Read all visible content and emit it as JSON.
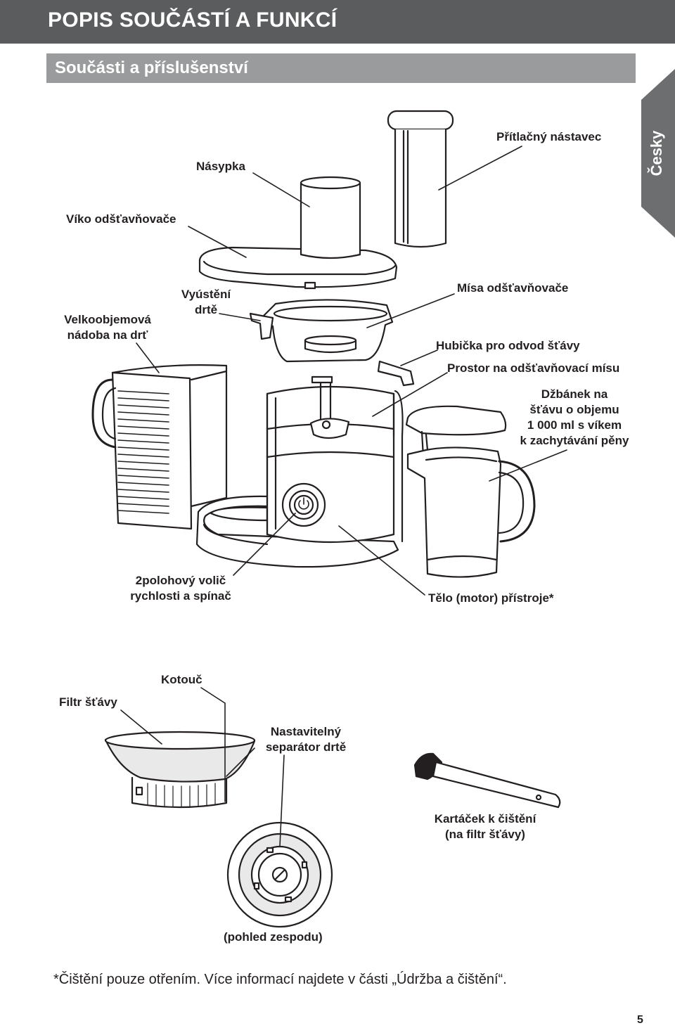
{
  "header": {
    "title": "POPIS SOUČÁSTÍ A FUNKCÍ",
    "subtitle": "Součásti a příslušenství",
    "language_tab": "Česky",
    "tab_color": "#6d6e70"
  },
  "labels": {
    "pritlacny_nastavec": "Přítlačný nástavec",
    "nasypka": "Násypka",
    "viko": "Víko odšťavňovače",
    "velkoobjemova_1": "Velkoobjemová",
    "velkoobjemova_2": "nádoba na drť",
    "vyusteni_1": "Vyústění",
    "vyusteni_2": "drtě",
    "misa": "Mísa odšťavňovače",
    "hubicka": "Hubička pro odvod šťávy",
    "prostor": "Prostor na odšťavňovací mísu",
    "dzbanek_1": "Džbánek na",
    "dzbanek_2": "šťávu o objemu",
    "dzbanek_3": "1 000 ml s víkem",
    "dzbanek_4": "k zachytávání pěny",
    "volic_1": "2polohový volič",
    "volic_2": "rychlosti a spínač",
    "telo": "Tělo (motor) přístroje*",
    "kotouc": "Kotouč",
    "filtr": "Filtr šťávy",
    "separator_1": "Nastavitelný",
    "separator_2": "separátor drtě",
    "kartacek_1": "Kartáček k čištění",
    "kartacek_2": "(na filtr šťávy)",
    "pohled": "(pohled zespodu)"
  },
  "footnote": "*Čištění pouze otřením. Více informací najdete v části „Údržba a čištění“.",
  "page_number": "5",
  "colors": {
    "title_bar": "#5b5c5e",
    "subtitle_bar": "#9a9b9d",
    "line_art": "#231f20"
  }
}
